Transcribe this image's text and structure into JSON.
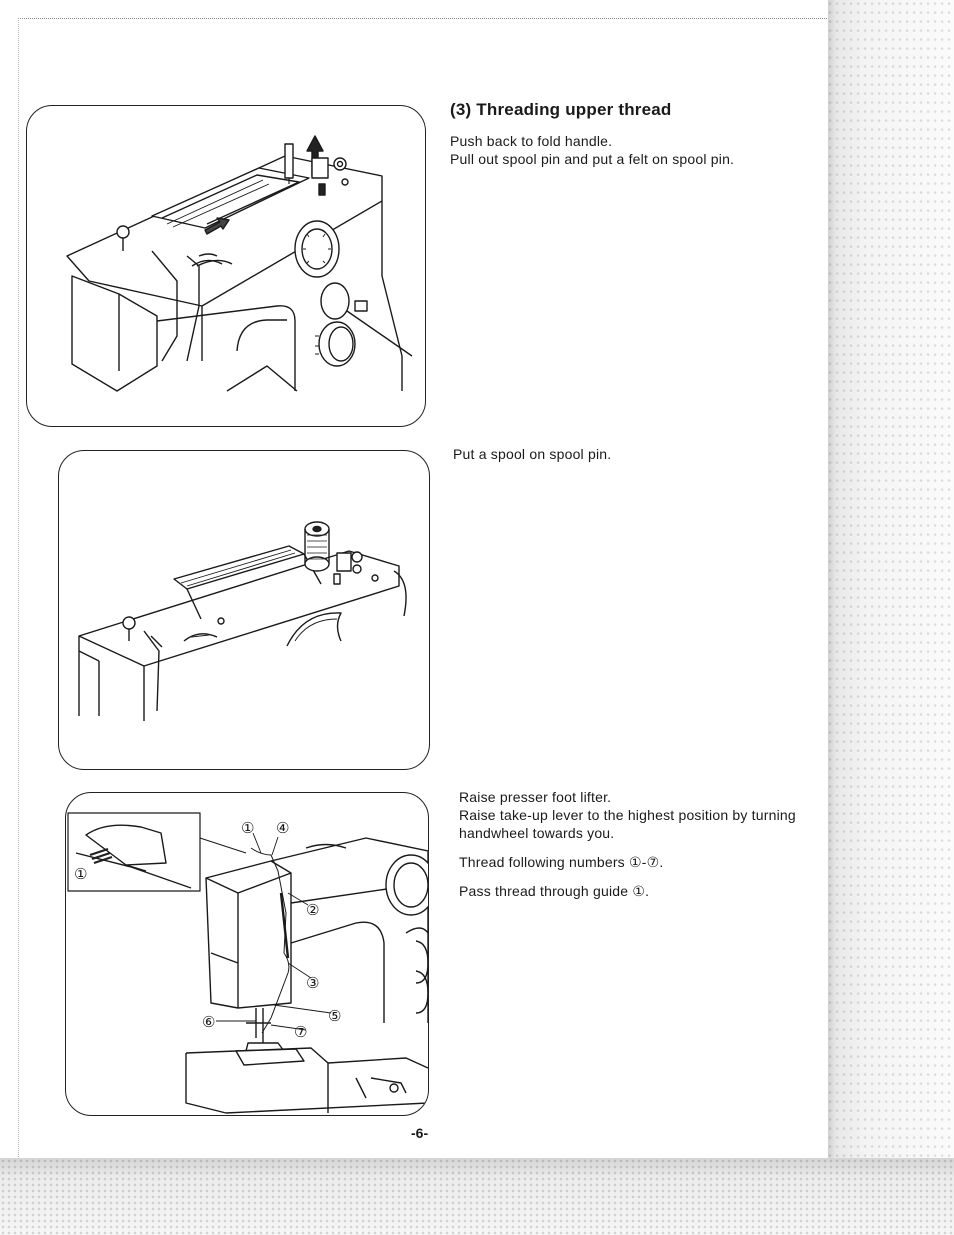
{
  "section": {
    "title": "(3) Threading upper thread"
  },
  "steps": {
    "step1": [
      "Push back to fold handle.",
      "Pull out spool pin and put a felt on spool pin."
    ],
    "step2": [
      "Put a spool on spool pin."
    ],
    "step3": [
      "Raise presser foot lifter.",
      "Raise take-up lever to the highest position by turning handwheel towards you.",
      "Thread following numbers ①-⑦.",
      "Pass thread through guide ①."
    ]
  },
  "figure3_callouts": [
    "①",
    "②",
    "③",
    "④",
    "⑤",
    "⑥",
    "⑦"
  ],
  "inset_callout": "①",
  "page_number": "-6-"
}
